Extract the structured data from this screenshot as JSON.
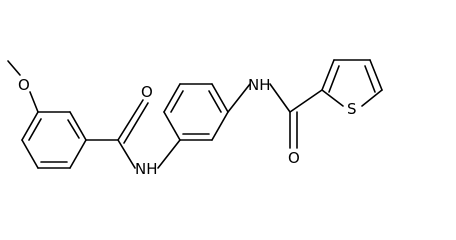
{
  "structure": {
    "atoms": {
      "methoxy_oxygen": "O",
      "benzamide_carbonyl_oxygen": "O",
      "benzamide_nitrogen": "NH",
      "thiophene_amide_nitrogen": "NH",
      "thiophene_carbonyl_oxygen": "O",
      "thiophene_sulfur": "S"
    }
  },
  "colors": {
    "bond": "#000000",
    "label": "#000000",
    "background": "#ffffff"
  }
}
